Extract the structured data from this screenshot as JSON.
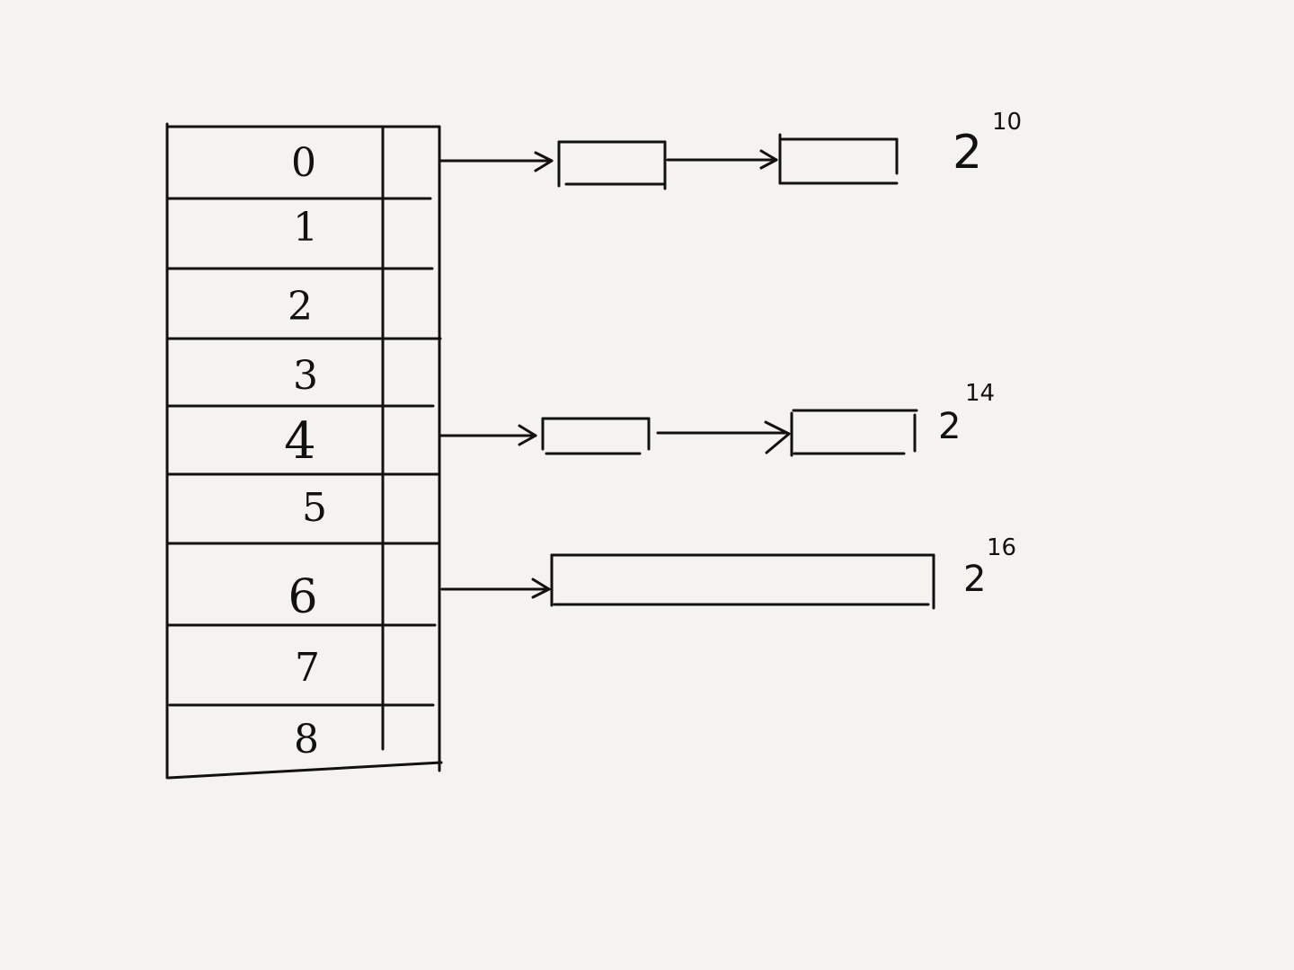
{
  "table": {
    "indices": [
      "0",
      "1",
      "2",
      "3",
      "4",
      "5",
      "6",
      "7",
      "8"
    ]
  },
  "chains": [
    {
      "label": {
        "base": "2",
        "exp": "10"
      }
    },
    {
      "label": {
        "base": "2",
        "exp": "14"
      }
    },
    {
      "label": {
        "base": "2",
        "exp": "16"
      }
    }
  ],
  "colors": {
    "ink": "#111111",
    "paper": "#f4f3ef"
  }
}
